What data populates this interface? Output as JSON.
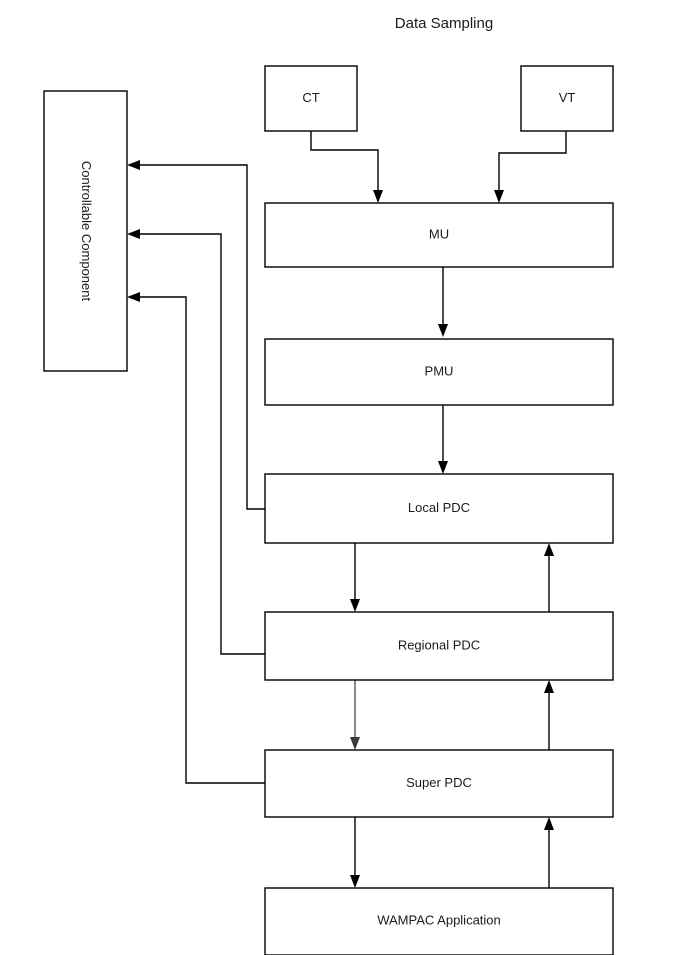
{
  "diagram": {
    "title": "Data Sampling",
    "type": "flowchart",
    "nodes": {
      "controllable_component": {
        "label": "Controllable Component",
        "orientation": "vertical"
      },
      "ct": {
        "label": "CT"
      },
      "vt": {
        "label": "VT"
      },
      "mu": {
        "label": "MU"
      },
      "pmu": {
        "label": "PMU"
      },
      "local_pdc": {
        "label": "Local PDC"
      },
      "regional_pdc": {
        "label": "Regional PDC"
      },
      "super_pdc": {
        "label": "Super PDC"
      },
      "wampac_application": {
        "label": "WAMPAC Application"
      }
    },
    "edges": [
      {
        "name": "ct-to-mu",
        "from": "ct",
        "to": "mu",
        "direction": "down"
      },
      {
        "name": "vt-to-mu",
        "from": "vt",
        "to": "mu",
        "direction": "down"
      },
      {
        "name": "mu-to-pmu",
        "from": "mu",
        "to": "pmu",
        "direction": "down"
      },
      {
        "name": "pmu-to-local-pdc",
        "from": "pmu",
        "to": "local_pdc",
        "direction": "down"
      },
      {
        "name": "local-pdc-to-regional-pdc",
        "from": "local_pdc",
        "to": "regional_pdc",
        "direction": "down"
      },
      {
        "name": "regional-pdc-to-local-pdc",
        "from": "regional_pdc",
        "to": "local_pdc",
        "direction": "up"
      },
      {
        "name": "regional-pdc-to-super-pdc",
        "from": "regional_pdc",
        "to": "super_pdc",
        "direction": "down"
      },
      {
        "name": "super-pdc-to-regional-pdc",
        "from": "super_pdc",
        "to": "regional_pdc",
        "direction": "up"
      },
      {
        "name": "super-pdc-to-wampac",
        "from": "super_pdc",
        "to": "wampac_application",
        "direction": "down"
      },
      {
        "name": "wampac-to-super-pdc",
        "from": "wampac_application",
        "to": "super_pdc",
        "direction": "up"
      },
      {
        "name": "local-pdc-to-controllable-component",
        "from": "local_pdc",
        "to": "controllable_component",
        "direction": "left"
      },
      {
        "name": "regional-pdc-to-controllable-component",
        "from": "regional_pdc",
        "to": "controllable_component",
        "direction": "left"
      },
      {
        "name": "super-pdc-to-controllable-component",
        "from": "super_pdc",
        "to": "controllable_component",
        "direction": "left"
      }
    ],
    "colors": {
      "background": "#ffffff",
      "stroke": "#000000",
      "text": "#1b1b1b"
    }
  }
}
